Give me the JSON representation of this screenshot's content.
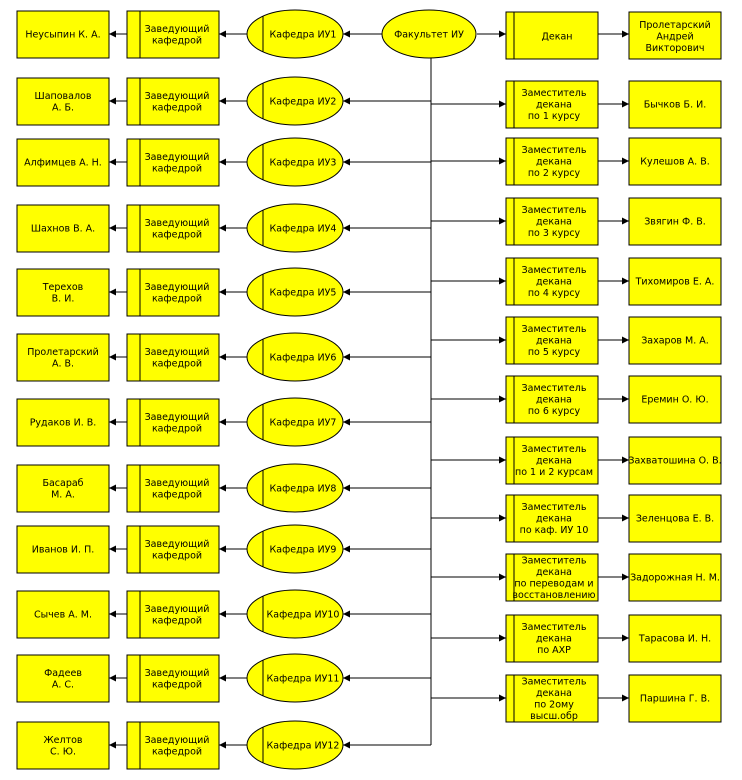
{
  "faculty": "Факультет ИУ",
  "dean": {
    "role": "Декан",
    "person": [
      "Пролетарский",
      "Андрей",
      "Викторович"
    ]
  },
  "departments": [
    {
      "name": "Кафедра ИУ1",
      "role": [
        "Заведующий",
        "кафедрой"
      ],
      "head": [
        "Неусыпин К. А."
      ]
    },
    {
      "name": "Кафедра ИУ2",
      "role": [
        "Заведующий",
        "кафедрой"
      ],
      "head": [
        "Шаповалов",
        "А. Б."
      ]
    },
    {
      "name": "Кафедра ИУ3",
      "role": [
        "Заведующий",
        "кафедрой"
      ],
      "head": [
        "Алфимцев А. Н."
      ]
    },
    {
      "name": "Кафедра ИУ4",
      "role": [
        "Заведующий",
        "кафедрой"
      ],
      "head": [
        "Шахнов В. А."
      ]
    },
    {
      "name": "Кафедра ИУ5",
      "role": [
        "Заведующий",
        "кафедрой"
      ],
      "head": [
        "Терехов",
        "В. И."
      ]
    },
    {
      "name": "Кафедра ИУ6",
      "role": [
        "Заведующий",
        "кафедрой"
      ],
      "head": [
        "Пролетарский",
        "А. В."
      ]
    },
    {
      "name": "Кафедра ИУ7",
      "role": [
        "Заведующий",
        "кафедрой"
      ],
      "head": [
        "Рудаков И. В."
      ]
    },
    {
      "name": "Кафедра ИУ8",
      "role": [
        "Заведующий",
        "кафедрой"
      ],
      "head": [
        "Басараб",
        "М. А."
      ]
    },
    {
      "name": "Кафедра ИУ9",
      "role": [
        "Заведующий",
        "кафедрой"
      ],
      "head": [
        "Иванов И. П."
      ]
    },
    {
      "name": "Кафедра ИУ10",
      "role": [
        "Заведующий",
        "кафедрой"
      ],
      "head": [
        "Сычев А. М."
      ]
    },
    {
      "name": "Кафедра ИУ11",
      "role": [
        "Заведующий",
        "кафедрой"
      ],
      "head": [
        "Фадеев",
        "А. С."
      ]
    },
    {
      "name": "Кафедра ИУ12",
      "role": [
        "Заведующий",
        "кафедрой"
      ],
      "head": [
        "Желтов",
        "С. Ю."
      ]
    }
  ],
  "deputies": [
    {
      "role": [
        "Заместитель",
        "декана",
        "по 1 курсу"
      ],
      "person": [
        "Бычков Б. И."
      ]
    },
    {
      "role": [
        "Заместитель",
        "декана",
        "по 2 курсу"
      ],
      "person": [
        "Кулешов А. В."
      ]
    },
    {
      "role": [
        "Заместитель",
        "декана",
        "по 3 курсу"
      ],
      "person": [
        "Звягин Ф. В."
      ]
    },
    {
      "role": [
        "Заместитель",
        "декана",
        "по 4 курсу"
      ],
      "person": [
        "Тихомиров Е. А."
      ]
    },
    {
      "role": [
        "Заместитель",
        "декана",
        "по 5 курсу"
      ],
      "person": [
        "Захаров М. А."
      ]
    },
    {
      "role": [
        "Заместитель",
        "декана",
        "по 6 курсу"
      ],
      "person": [
        "Еремин О. Ю."
      ]
    },
    {
      "role": [
        "Заместитель",
        "декана",
        "по 1 и 2 курсам"
      ],
      "person": [
        "Захватошина О. В."
      ]
    },
    {
      "role": [
        "Заместитель",
        "декана",
        "по каф. ИУ 10"
      ],
      "person": [
        "Зеленцова Е. В."
      ]
    },
    {
      "role": [
        "Заместитель",
        "декана",
        "по переводам и",
        "восстановлению"
      ],
      "person": [
        "Задорожная Н. М."
      ]
    },
    {
      "role": [
        "Заместитель",
        "декана",
        "по АХР"
      ],
      "person": [
        "Тарасова И. Н."
      ]
    },
    {
      "role": [
        "Заместитель",
        "декана",
        "по 2ому",
        "высш.обр"
      ],
      "person": [
        "Паршина Г. В."
      ]
    }
  ],
  "colors": {
    "fill": "#ffff00",
    "stroke": "#000000"
  }
}
